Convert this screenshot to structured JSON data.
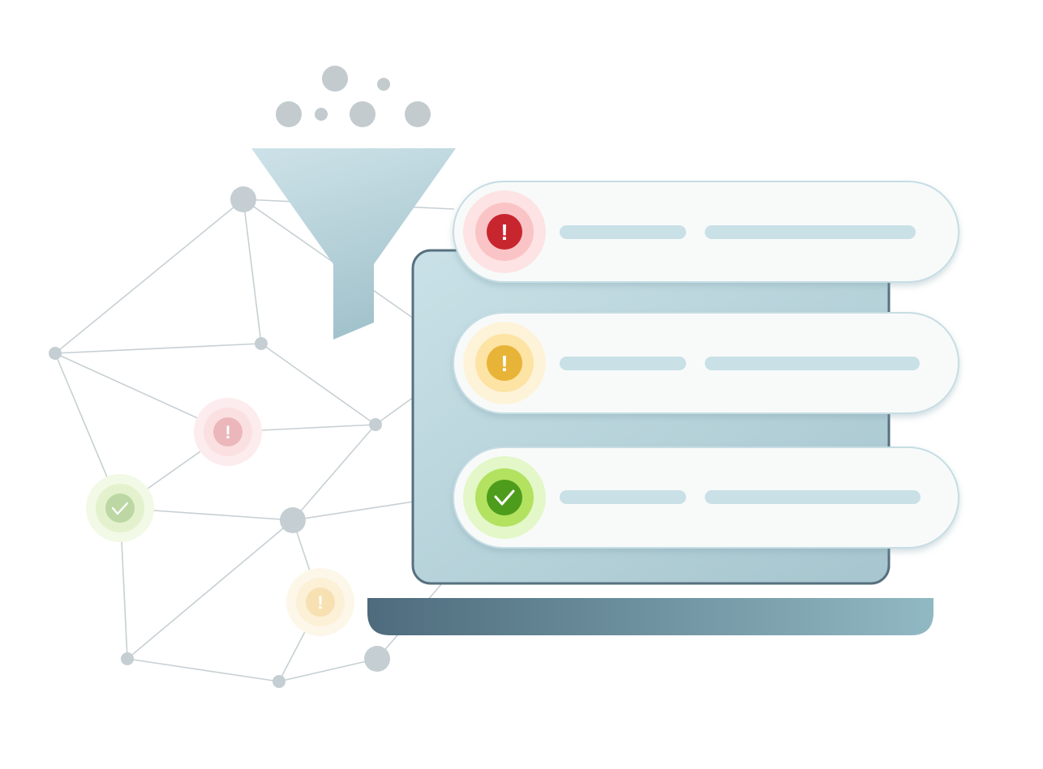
{
  "colors": {
    "network_line": "#c5cfd3",
    "network_node": "#c5ced2",
    "particles": "#c3cbcf",
    "funnel_top": "#cde2e8",
    "funnel_bottom": "#a7c6cf",
    "monitor_screen": "#c7dfe5",
    "monitor_border": "#57707f",
    "monitor_base_left": "#4f6d7e",
    "monitor_base_right": "#8fb7c1",
    "card_fill": "#f8fafa",
    "card_border": "#c6dde4",
    "placeholder_bar": "#c9e0e7",
    "alert_red": "#c8262f",
    "alert_red_halo": "#fbcfd2",
    "alert_amber": "#e7b437",
    "alert_amber_halo": "#fde6a8",
    "alert_green": "#4e9c1b",
    "alert_green_halo": "#b4e263"
  },
  "network_markers": [
    {
      "status": "error",
      "icon": "exclamation-icon",
      "label": "!"
    },
    {
      "status": "success",
      "icon": "check-icon",
      "label": ""
    },
    {
      "status": "warning",
      "icon": "exclamation-icon",
      "label": "!"
    }
  ],
  "status_cards": [
    {
      "status": "error",
      "icon": "exclamation-icon",
      "label": "!"
    },
    {
      "status": "warning",
      "icon": "exclamation-icon",
      "label": "!"
    },
    {
      "status": "success",
      "icon": "check-icon",
      "label": ""
    }
  ]
}
